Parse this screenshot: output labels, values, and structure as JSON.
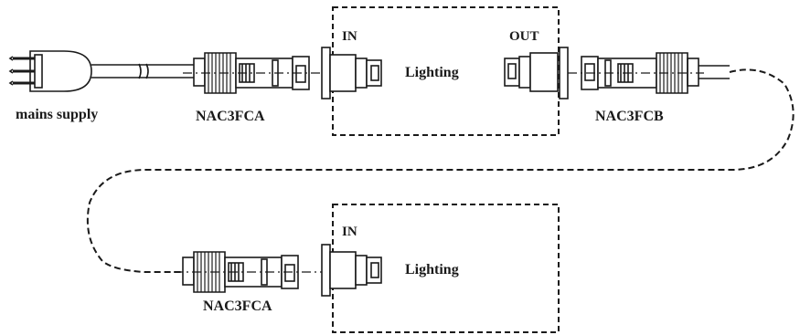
{
  "labels": {
    "mains_supply": "mains supply",
    "connector_top_left": "NAC3FCA",
    "connector_top_right": "NAC3FCB",
    "connector_bottom": "NAC3FCA",
    "top_box_in": "IN",
    "top_box_out": "OUT",
    "top_box_name": "Lighting",
    "bottom_box_in": "IN",
    "bottom_box_name": "Lighting"
  },
  "colors": {
    "stroke": "#1a1a1a",
    "background": "#ffffff"
  },
  "icons": [
    "mains-plug-icon",
    "powercon-cable-connector-icon",
    "powercon-chassis-socket-icon"
  ]
}
